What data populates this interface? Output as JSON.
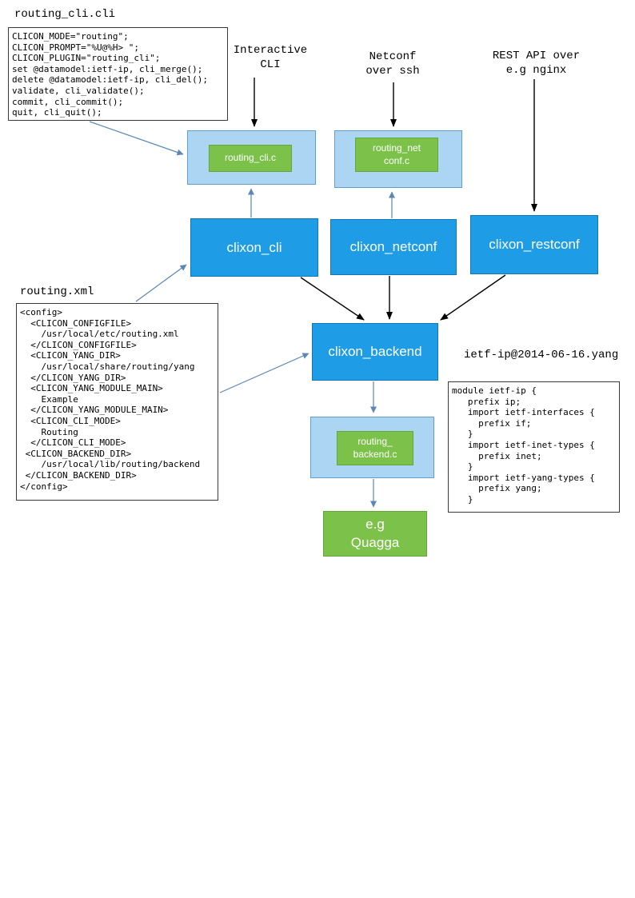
{
  "colors": {
    "process_box": "#1e9de6",
    "plugin_container": "#abd5f3",
    "plugin_box": "#7cc24a",
    "blue_arrow": "#5b87b7",
    "black_arrow": "#000000"
  },
  "file_boxes": {
    "routing_cli": {
      "label": "routing_cli.cli",
      "code": "CLICON_MODE=\"routing\";\nCLICON_PROMPT=\"%U@%H> \";\nCLICON_PLUGIN=\"routing_cli\";\nset @datamodel:ietf-ip, cli_merge();\ndelete @datamodel:ietf-ip, cli_del();\nvalidate, cli_validate();\ncommit, cli_commit();\nquit, cli_quit();"
    },
    "routing_xml": {
      "label": "routing.xml",
      "code": "<config>\n  <CLICON_CONFIGFILE>\n    /usr/local/etc/routing.xml\n  </CLICON_CONFIGFILE>\n  <CLICON_YANG_DIR>\n    /usr/local/share/routing/yang\n  </CLICON_YANG_DIR>\n  <CLICON_YANG_MODULE_MAIN>\n    Example\n  </CLICON_YANG_MODULE_MAIN>\n  <CLICON_CLI_MODE>\n    Routing\n  </CLICON_CLI_MODE>\n <CLICON_BACKEND_DIR>\n    /usr/local/lib/routing/backend\n </CLICON_BACKEND_DIR>\n</config>"
    },
    "ietf_yang": {
      "label": "ietf-ip@2014-06-16.yang",
      "code": "module ietf-ip {\n   prefix ip;\n   import ietf-interfaces {\n     prefix if;\n   }\n   import ietf-inet-types {\n     prefix inet;\n   }\n   import ietf-yang-types {\n     prefix yang;\n   }"
    }
  },
  "annotations": {
    "interactive_cli": "Interactive\nCLI",
    "netconf_ssh": "Netconf\nover ssh",
    "rest_api": "REST API over\ne.g nginx"
  },
  "nodes": {
    "routing_cli_c": "routing_cli.c",
    "routing_netconf_c": "routing_net\nconf.c",
    "clixon_cli": "clixon_cli",
    "clixon_netconf": "clixon_netconf",
    "clixon_restconf": "clixon_restconf",
    "clixon_backend": "clixon_backend",
    "routing_backend_c": "routing_\nbackend.c",
    "quagga": "e.g\nQuagga"
  }
}
